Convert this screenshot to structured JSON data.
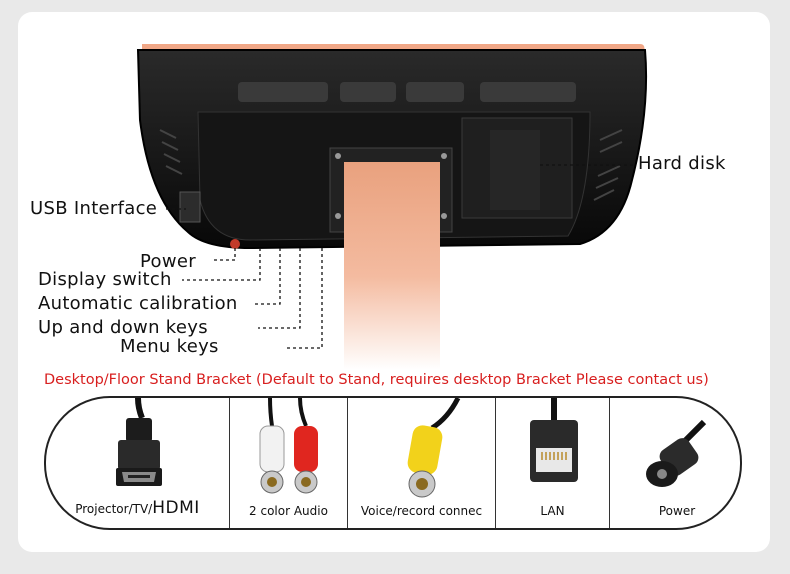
{
  "callouts": {
    "usb": "USB Interface",
    "hard_disk": "Hard disk",
    "power": "Power",
    "display_switch": "Display switch",
    "auto_calibration": "Automatic calibration",
    "up_down": "Up and down keys",
    "menu": "Menu keys"
  },
  "note": "Desktop/Floor Stand Bracket (Default to Stand, requires desktop Bracket Please contact us)",
  "ports": {
    "hdmi": {
      "prefix": "Projector/TV/",
      "brand": "HDMI"
    },
    "audio": "2 color Audio",
    "voice": "Voice/record connec",
    "lan": "LAN",
    "power": "Power"
  },
  "colors": {
    "stand": "#f2b08f",
    "note": "#d81f1f",
    "rca_white": "#f2f2f2",
    "rca_red": "#e0261f",
    "rca_yellow": "#f2d21b"
  }
}
